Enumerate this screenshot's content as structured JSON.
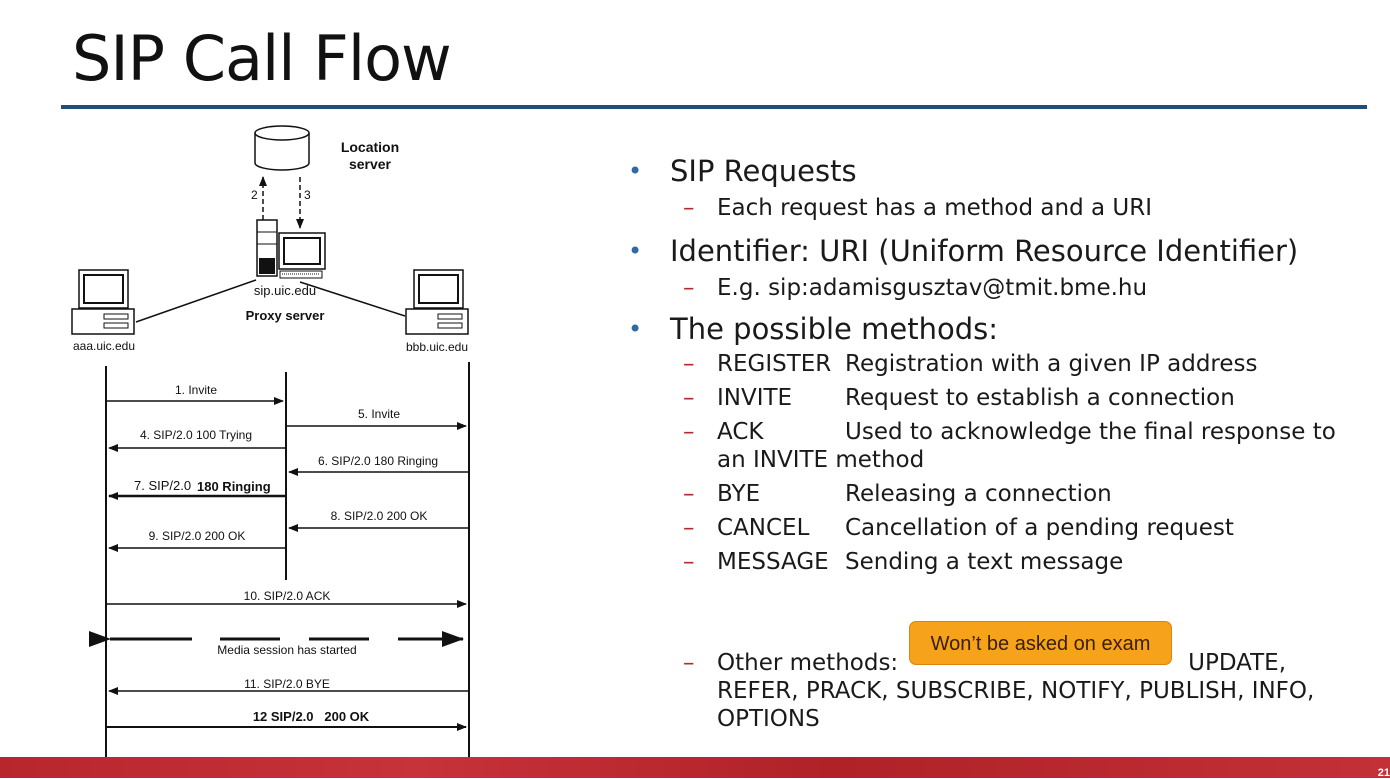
{
  "slide": {
    "title": "SIP Call Flow",
    "page_number": "21"
  },
  "diagram": {
    "location_server_label_1": "Location",
    "location_server_label_2": "server",
    "step_2": "2",
    "step_3": "3",
    "proxy_host": "sip.uic.edu",
    "proxy_label": "Proxy server",
    "host_a": "aaa.uic.edu",
    "host_b": "bbb.uic.edu",
    "messages": {
      "m1": "1. Invite",
      "m5": "5. Invite",
      "m4": "4. SIP/2.0 100 Trying",
      "m6": "6. SIP/2.0 180 Ringing",
      "m7_prefix": "7. SIP/2.0",
      "m7_bold": "180 Ringing",
      "m8": "8. SIP/2.0 200 OK",
      "m9": "9. SIP/2.0 200 OK",
      "m10": "10. SIP/2.0 ACK",
      "media": "Media session has started",
      "m11": "11. SIP/2.0 BYE",
      "m12": "12 SIP/2.0   200 OK"
    }
  },
  "bullets": {
    "b1": "SIP Requests",
    "b1_sub": "Each request has a method and a URI",
    "b2": "Identifier: URI (Uniform Resource Identifier)",
    "b2_sub": "E.g. sip:adamisgusztav@tmit.bme.hu",
    "b3": "The possible methods:",
    "methods": [
      {
        "name": "REGISTER",
        "desc": "Registration with a given IP address"
      },
      {
        "name": "INVITE",
        "desc": "Request to establish a connection"
      },
      {
        "name": "ACK",
        "desc": "Used to acknowledge the final response to",
        "desc2": "an INVITE method"
      },
      {
        "name": "BYE",
        "desc": "Releasing a connection"
      },
      {
        "name": "CANCEL",
        "desc": "Cancellation of a pending request"
      },
      {
        "name": "MESSAGE",
        "desc": "Sending a text message"
      }
    ],
    "other_label": "Other methods:",
    "other_line1": "UPDATE,",
    "other_line2": "REFER, PRACK, SUBSCRIBE, NOTIFY, PUBLISH, INFO,",
    "other_line3": "OPTIONS"
  },
  "badge": {
    "text": "Won’t be asked on exam",
    "color": "#f7a21b"
  },
  "colors": {
    "rule": "#1f4e79",
    "bullet": "#2e6aa3",
    "dash": "#b2292e",
    "footer": "#b8262d"
  }
}
